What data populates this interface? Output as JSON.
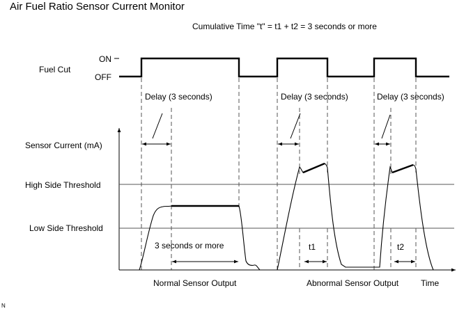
{
  "title": "Air Fuel Ratio Sensor Current Monitor",
  "subtitle": "Cumulative Time \"t\" = t1 + t2 = 3 seconds or more",
  "fuel_cut": {
    "label": "Fuel Cut",
    "on_label": "ON",
    "off_label": "OFF"
  },
  "delay_label": "Delay (3 seconds)",
  "sensor_current_label": "Sensor Current (mA)",
  "high_threshold_label": "High Side Threshold",
  "low_threshold_label": "Low Side Threshold",
  "three_seconds_label": "3 seconds or more",
  "t1_label": "t1",
  "t2_label": "t2",
  "normal_output_label": "Normal Sensor Output",
  "abnormal_output_label": "Abnormal Sensor Output",
  "time_label": "Time",
  "corner_mark": "N"
}
